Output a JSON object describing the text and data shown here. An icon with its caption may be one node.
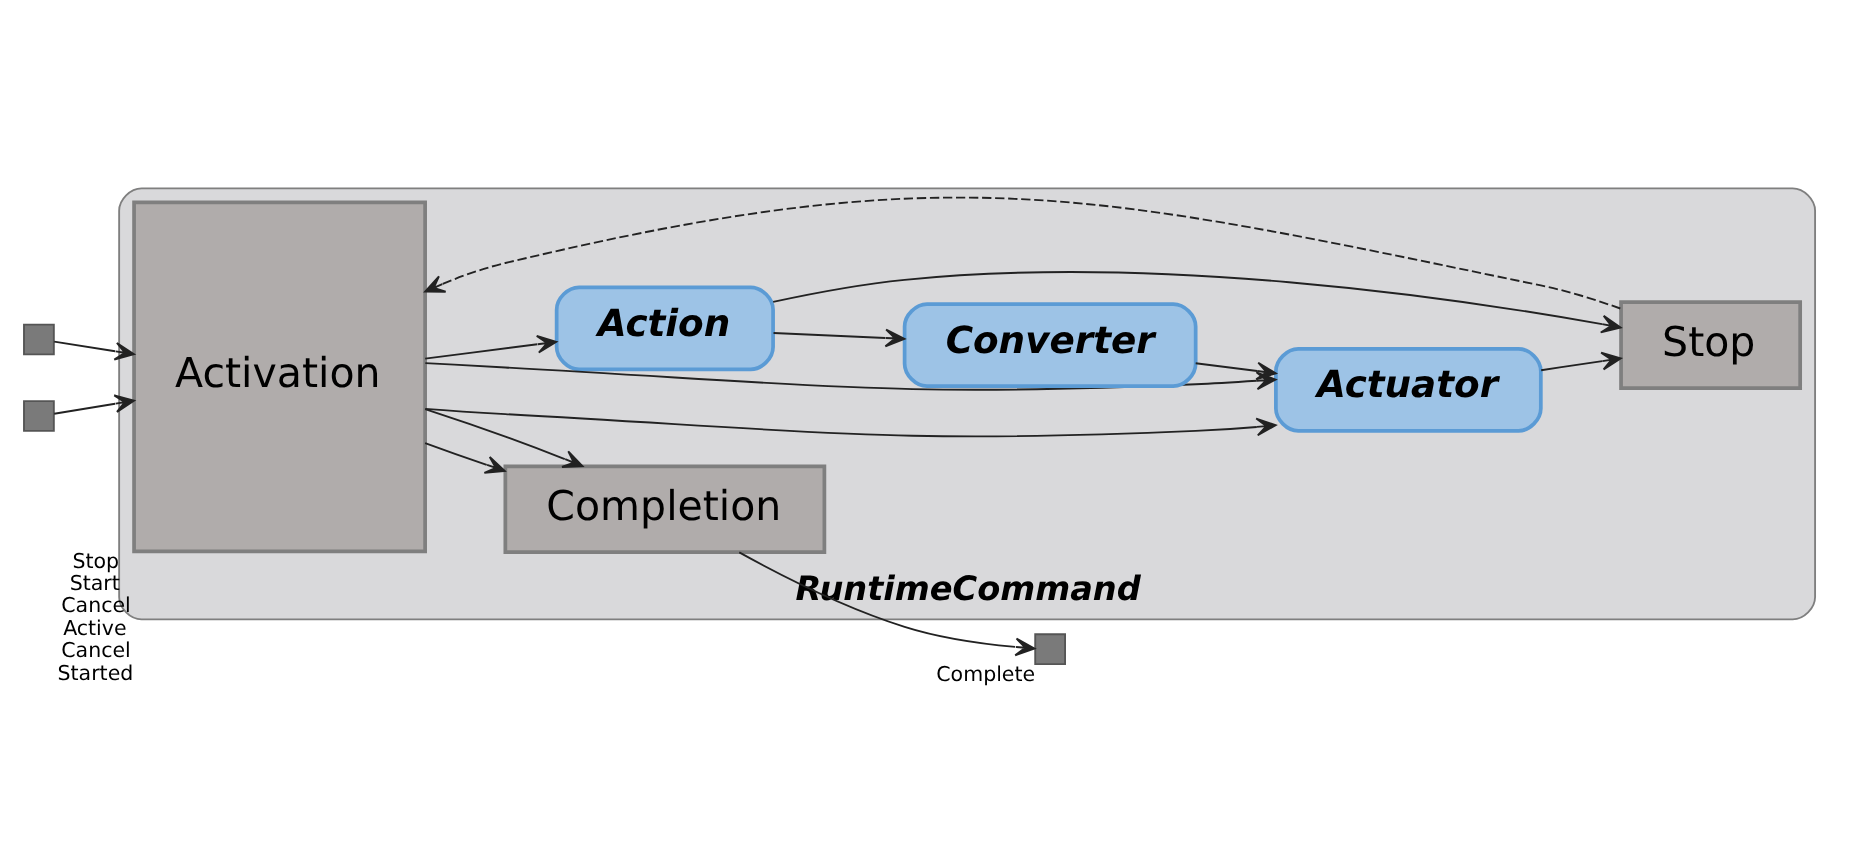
{
  "diagram": {
    "nodes": [
      {
        "text": [
          "RuntimeCommand"
        ]
      },
      {
        "text": [
          "Activation"
        ],
        "in": 0,
        "beside": [
          "Stop",
          "Start",
          "Cancel",
          "Active",
          "Cancel",
          "Started"
        ]
      },
      {
        "text": [
          "Action"
        ],
        "in": 0
      },
      {
        "text": [
          "Converter"
        ],
        "in": 0
      },
      {
        "text": [
          "Actuator"
        ],
        "in": 0
      },
      {
        "text": [
          "Stop"
        ],
        "in": 0
      },
      {
        "text": [
          "Completion"
        ],
        "in": 0
      },
      {
        "text": [],
        "shape": "box"
      },
      {
        "text": [],
        "shape": "box"
      },
      {
        "text": [],
        "shape": "box",
        "beside": [
          "Complete"
        ]
      }
    ],
    "edges": [
      {
        "from": 5,
        "to": 1,
        "arrow": "to",
        "style": "dashed"
      },
      {
        "from": 7,
        "to": 1,
        "arrow": "to"
      },
      {
        "from": 8,
        "to": 1,
        "arrow": "to"
      },
      {
        "from": 1,
        "to": 2,
        "arrow": "to"
      },
      {
        "from": 1,
        "to": 4,
        "arrow": "to"
      },
      {
        "from": 1,
        "to": 6,
        "arrow": "to"
      },
      {
        "from": 1,
        "to": 4,
        "arrow": "to"
      },
      {
        "from": 1,
        "to": 6,
        "arrow": "to"
      },
      {
        "from": 2,
        "to": 5,
        "arrow": "to"
      },
      {
        "from": 2,
        "to": 3,
        "arrow": "to"
      },
      {
        "from": 3,
        "to": 4,
        "arrow": "to"
      },
      {
        "from": 4,
        "to": 5,
        "arrow": "to"
      },
      {
        "from": 6,
        "to": 9,
        "arrow": "to"
      }
    ]
  }
}
